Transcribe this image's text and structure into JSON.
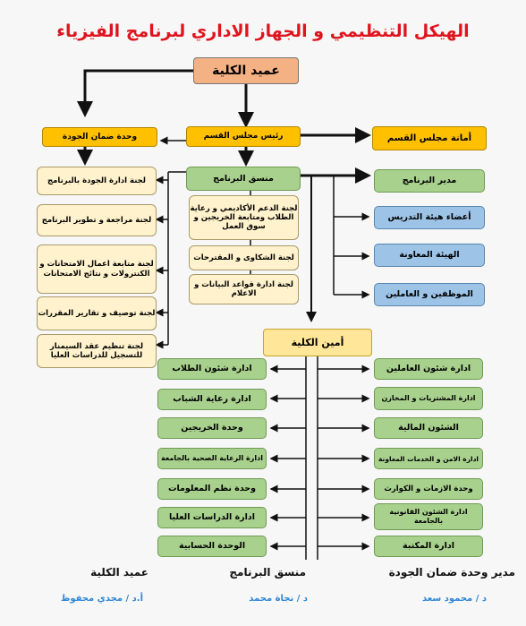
{
  "title": "الهيكل التنظيمي و الجهاز الاداري لبرنامج الفيزياء",
  "dean": "عميد الكلية",
  "quality_unit": "وحدة ضمان الجودة",
  "dept_head": "رئيس مجلس القسم",
  "dept_secretariat": "أمانة مجلس القسم",
  "coordinator": "منسق البرنامج",
  "left_committees": [
    "لجنة ادارة الجودة بالبرنامج",
    "لجنة مراجعة و تطوير البرنامج",
    "لجنة متابعة اعمال الامتحانات و الكنترولات و نتائج الامتحانات",
    "لجنة توصيف و تقارير المقررات",
    "لجنة تنظيم عقد السيمنار للتسجيل للدراسات العليا"
  ],
  "mid_committees": [
    "لجنة الدعم الأكاديمي و رعاية الطلاب ومتابعة الخريجين و سوق العمل",
    "لجنة الشكاوى و المقترحات",
    "لجنة ادارة قواعد البيانات و الاعلام"
  ],
  "right_staff": [
    "مدير البرنامج",
    "أعضاء هيئة التدريس",
    "الهيئة المعاونة",
    "الموظفين و العاملين"
  ],
  "secretary": "أمين الكلية",
  "admin_left": [
    "ادارة شئون الطلاب",
    "ادارة رعاية الشباب",
    "وحدة الخريجين",
    "ادارة الرعاية الصحية بالجامعة",
    "وحدة نظم المعلومات",
    "ادارة الدراسات العليا",
    "الوحدة الحسابية"
  ],
  "admin_right": [
    "ادارة شئون العاملين",
    "ادارة المشتريات و المخازن",
    "الشئون المالية",
    "ادارة الامن و الخدمات المعاونة",
    "وحدة الازمات و الكوارث",
    "ادارة الشئون القانونية بالجامعة",
    "ادارة المكتبة"
  ],
  "footer": {
    "roles": [
      "مدير وحدة ضمان الجودة",
      "منسق البرنامج",
      "عميد الكلية"
    ],
    "names": [
      "د / محمود سعد",
      "د / نجاة محمد",
      "أ.د / مجدي محفوظ"
    ]
  }
}
